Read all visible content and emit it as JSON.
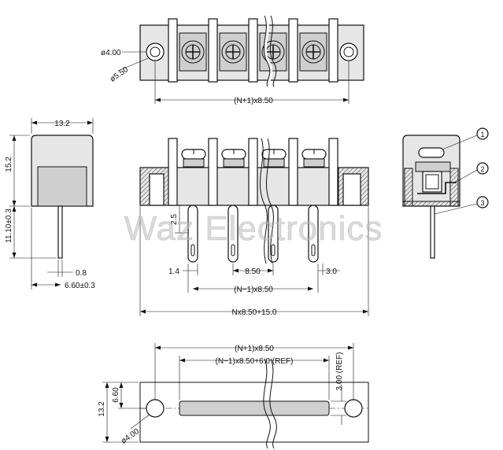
{
  "watermark": "Waz Electronics",
  "top_view": {
    "hole_dia": "ø4.00",
    "head_dia": "ø5.50",
    "pitch_total": "(N+1)x8.50"
  },
  "side_view": {
    "width": "13.2",
    "height": "15.2",
    "pin_length": "11.10±0.3",
    "pin_thickness": "0.8",
    "pin_offset": "6.60±0.3"
  },
  "front_view": {
    "pin_height": "2.5",
    "left_offset": "1.4",
    "pitch": "8.50",
    "right_offset": "3.0",
    "pin_span": "(N−1)x8.50",
    "overall_length": "Nx8.50+15.0"
  },
  "callouts": [
    "1",
    "2",
    "3"
  ],
  "pcb_layout": {
    "hole_spacing": "(N+1)x8.50",
    "slot_length": "(N−1)x8.50+6.0 (REF)",
    "slot_width": "3.00 (REF)",
    "row_offset": "6.60",
    "body_width": "13.2",
    "hole_dia": "ø4.00"
  }
}
